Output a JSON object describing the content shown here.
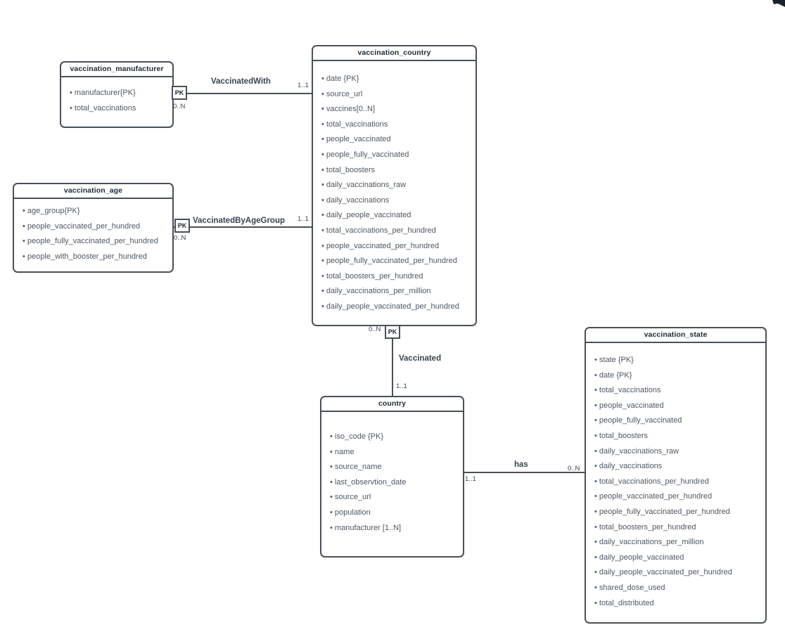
{
  "diagram": {
    "background_color": "#ffffff",
    "stroke_color": "#4a5057",
    "header_text_color": "#1e2935",
    "attribute_text_color": "#4e5761",
    "label_text_color": "#3a434d"
  },
  "entities": [
    {
      "title": "vaccination_manufacturer",
      "attributes": [
        "manufacturer{PK}",
        "total_vaccinations"
      ]
    },
    {
      "title": "vaccination_age",
      "attributes": [
        "age_group{PK}",
        "people_vaccinated_per_hundred",
        "people_fully_vaccinated_per_hundred",
        "people_with_booster_per_hundred"
      ]
    },
    {
      "title": "vaccination_country",
      "attributes": [
        "date {PK}",
        "source_url",
        "vaccines[0..N]",
        "total_vaccinations",
        "people_vaccinated",
        "people_fully_vaccinated",
        "total_boosters",
        "daily_vaccinations_raw",
        "daily_vaccinations",
        "daily_people_vaccinated",
        "total_vaccinations_per_hundred",
        "people_vaccinated_per_hundred",
        "people_fully_vaccinated_per_hundred",
        "total_boosters_per_hundred",
        "daily_vaccinations_per_million",
        "daily_people_vaccinated_per_hundred"
      ]
    },
    {
      "title": "country",
      "attributes": [
        "iso_code {PK}",
        "name",
        "source_name",
        "last_observtion_date",
        "source_url",
        "population",
        "manufacturer [1..N]"
      ]
    },
    {
      "title": "vaccination_state",
      "attributes": [
        "state {PK}",
        "date {PK}",
        "total_vaccinations",
        "people_vaccinated",
        "people_fully_vaccinated",
        "total_boosters",
        "daily_vaccinations_raw",
        "daily_vaccinations",
        "total_vaccinations_per_hundred",
        "people_vaccinated_per_hundred",
        "people_fully_vaccinated_per_hundred",
        "total_boosters_per_hundred",
        "daily_vaccinations_per_million",
        "daily_people_vaccinated",
        "daily_people_vaccinated_per_hundred",
        "shared_dose_used",
        "total_distributed"
      ]
    }
  ],
  "relationships": [
    {
      "name": "VaccinatedWith",
      "key_label": "PK",
      "source_cardinality": "0..N",
      "target_cardinality": "1..1"
    },
    {
      "name": "VaccinatedByAgeGroup",
      "key_label": "PK",
      "source_cardinality": "0..N",
      "target_cardinality": "1..1"
    },
    {
      "name": "Vaccinated",
      "key_label": "PK",
      "source_cardinality": "0..N",
      "target_cardinality": "1..1"
    },
    {
      "name": "has",
      "source_cardinality": "1..1",
      "target_cardinality": "0..N"
    }
  ]
}
